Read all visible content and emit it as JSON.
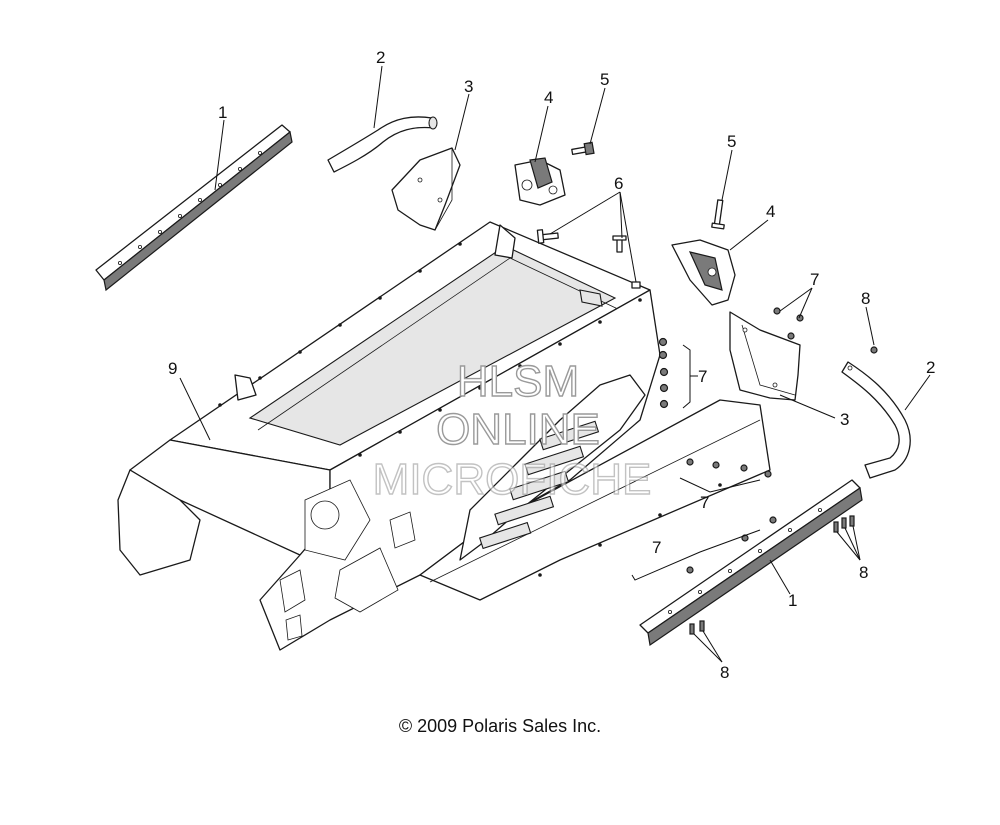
{
  "diagram": {
    "callouts": [
      {
        "id": "c1a",
        "label": "1"
      },
      {
        "id": "c2a",
        "label": "2"
      },
      {
        "id": "c3a",
        "label": "3"
      },
      {
        "id": "c4a",
        "label": "4"
      },
      {
        "id": "c5a",
        "label": "5"
      },
      {
        "id": "c6",
        "label": "6"
      },
      {
        "id": "c5b",
        "label": "5"
      },
      {
        "id": "c4b",
        "label": "4"
      },
      {
        "id": "c7a",
        "label": "7"
      },
      {
        "id": "c8a",
        "label": "8"
      },
      {
        "id": "c2b",
        "label": "2"
      },
      {
        "id": "c9",
        "label": "9"
      },
      {
        "id": "c7b",
        "label": "7"
      },
      {
        "id": "c3b",
        "label": "3"
      },
      {
        "id": "c7c",
        "label": "7"
      },
      {
        "id": "c7d",
        "label": "7"
      },
      {
        "id": "c1b",
        "label": "1"
      },
      {
        "id": "c8b",
        "label": "8"
      },
      {
        "id": "c8c",
        "label": "8"
      }
    ],
    "watermark": [
      "HLSM",
      "ONLINE",
      "MICROFICHE"
    ],
    "copyright": "© 2009 Polaris Sales Inc."
  }
}
